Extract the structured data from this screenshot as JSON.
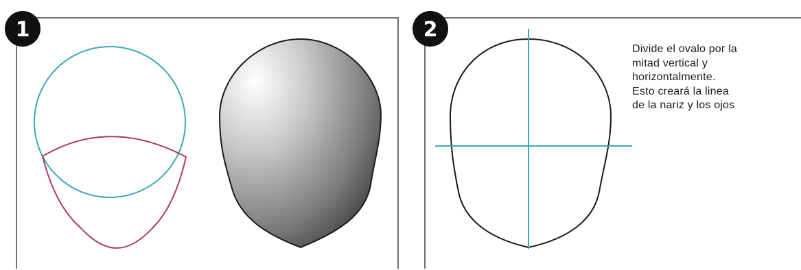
{
  "panels": [
    {
      "step": "1"
    },
    {
      "step": "2",
      "instruction_lines": [
        "Divide el ovalo por la",
        "mitad vertical y",
        "horizontalmente.",
        "Esto creará la linea",
        "de la nariz y los ojos"
      ]
    }
  ],
  "colors": {
    "guide_circle": "#3aa9b6",
    "jaw_curve": "#b03a5b",
    "outline": "#1a1a1a",
    "frame": "#6e6e6e",
    "badge": "#111111",
    "shade_light": "#ffffff",
    "shade_dark": "#3c3c3c"
  }
}
